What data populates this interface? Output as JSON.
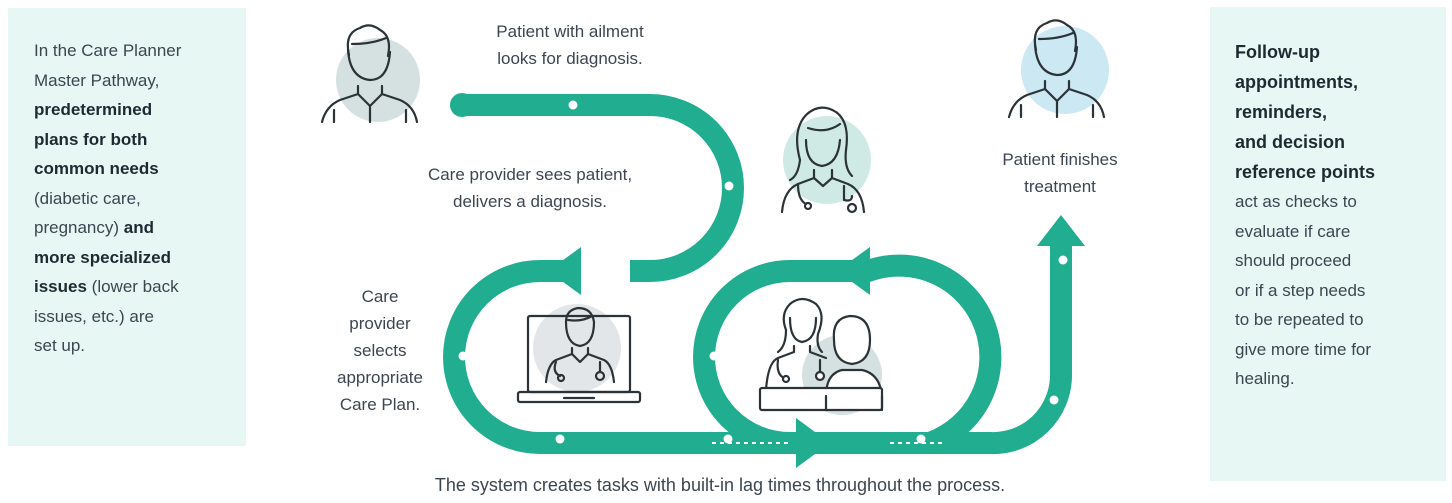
{
  "left_panel": {
    "lines": [
      {
        "parts": [
          {
            "t": "In the Care Planner",
            "b": false
          }
        ]
      },
      {
        "parts": [
          {
            "t": "Master Pathway,",
            "b": false
          }
        ]
      },
      {
        "parts": [
          {
            "t": "predetermined",
            "b": true
          }
        ]
      },
      {
        "parts": [
          {
            "t": "plans for both",
            "b": true
          }
        ]
      },
      {
        "parts": [
          {
            "t": "common needs",
            "b": true
          }
        ]
      },
      {
        "parts": [
          {
            "t": "(diabetic care,",
            "b": false
          }
        ]
      },
      {
        "parts": [
          {
            "t": "pregnancy) ",
            "b": false
          },
          {
            "t": "and",
            "b": true
          }
        ]
      },
      {
        "parts": [
          {
            "t": "more specialized",
            "b": true
          }
        ]
      },
      {
        "parts": [
          {
            "t": "issues",
            "b": true
          },
          {
            "t": " (lower back",
            "b": false
          }
        ]
      },
      {
        "parts": [
          {
            "t": "issues, etc.) are",
            "b": false
          }
        ]
      },
      {
        "parts": [
          {
            "t": "set up.",
            "b": false
          }
        ]
      }
    ]
  },
  "right_panel": {
    "bold_lines": [
      "Follow-up",
      "appointments,",
      "reminders,",
      "and decision",
      "reference points"
    ],
    "normal_lines": [
      "act as checks to",
      "evaluate if care",
      "should proceed",
      "or if a step needs",
      "to be repeated to",
      "give more time for",
      "healing."
    ]
  },
  "captions": {
    "patient_start": [
      "Patient with ailment",
      "looks for diagnosis."
    ],
    "provider_diagnosis": [
      "Care provider sees patient,",
      "delivers a diagnosis."
    ],
    "care_plan": [
      "Care",
      "provider",
      "selects",
      "appropriate",
      "Care Plan."
    ],
    "patient_finish": [
      "Patient finishes",
      "treatment"
    ],
    "system_tasks": [
      "The system creates tasks with built-in lag times throughout the process."
    ]
  },
  "icons": {
    "patient_start": "person-icon",
    "doctor": "doctor-icon",
    "patient_finish": "person-icon",
    "laptop_doctor": "telehealth-laptop-icon",
    "visit": "doctor-patient-visit-icon"
  },
  "colors": {
    "path": "#21ad8f",
    "panel_bg": "#e6f7f4",
    "circle_gray": "#d5e1e0",
    "circle_teal": "#cfeae5",
    "circle_blue": "#cce8f2",
    "line_art": "#2b3338"
  }
}
